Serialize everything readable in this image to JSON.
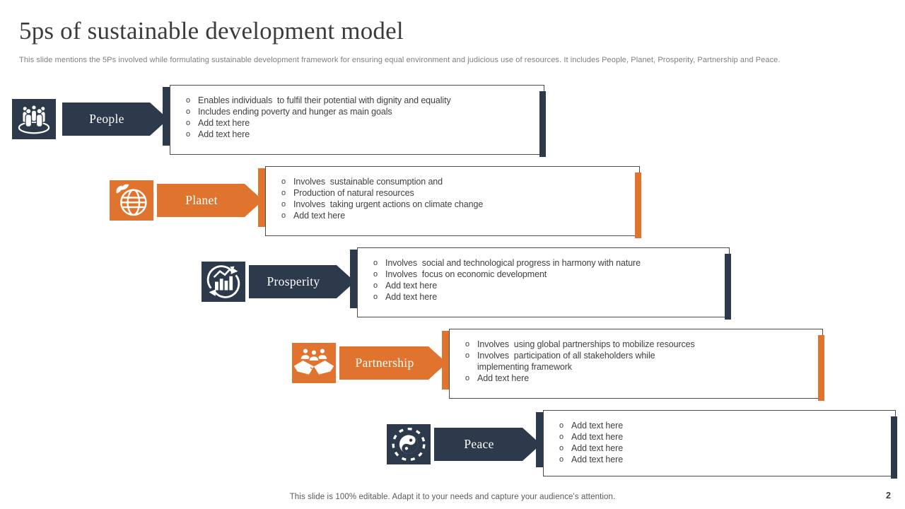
{
  "slide": {
    "title": "5ps of sustainable development model",
    "subtitle": "This slide mentions the 5Ps involved while formulating sustainable development framework for ensuring equal environment and judicious use of resources. It includes People, Planet, Prosperity, Partnership and Peace.",
    "footer": "This slide is 100% editable.  Adapt it to your needs and capture your audience's attention.",
    "page_number": "2"
  },
  "colors": {
    "navy": "#2c3a4b",
    "orange": "#e0742e",
    "text": "#404040",
    "muted": "#7f7f7f",
    "border": "#4a4a4a"
  },
  "bullet_marker": "o",
  "rows": [
    {
      "label": "People",
      "theme": "navy",
      "icon": "people-group-icon",
      "bullets": [
        "Enables individuals  to fulfil their potential with dignity and equality",
        "Includes ending poverty and hunger as main goals",
        "Add text here",
        "Add text here"
      ]
    },
    {
      "label": "Planet",
      "theme": "orange",
      "icon": "globe-leaf-icon",
      "bullets": [
        "Involves  sustainable consumption and",
        "Production of natural resources",
        "Involves  taking urgent actions on climate change",
        "Add text here"
      ]
    },
    {
      "label": "Prosperity",
      "theme": "navy",
      "icon": "growth-chart-icon",
      "bullets": [
        "Involves  social and technological progress in harmony with nature",
        "Involves  focus on economic development",
        "Add text here",
        "Add text here"
      ]
    },
    {
      "label": "Partnership",
      "theme": "orange",
      "icon": "handshake-icon",
      "bullets": [
        "Involves  using global partnerships to mobilize resources",
        "Involves  participation of all stakeholders while\nimplementing framework",
        "Add text here"
      ]
    },
    {
      "label": "Peace",
      "theme": "navy",
      "icon": "yin-yang-icon",
      "bullets": [
        "Add text here",
        "Add text here",
        "Add text here",
        "Add text here"
      ]
    }
  ]
}
